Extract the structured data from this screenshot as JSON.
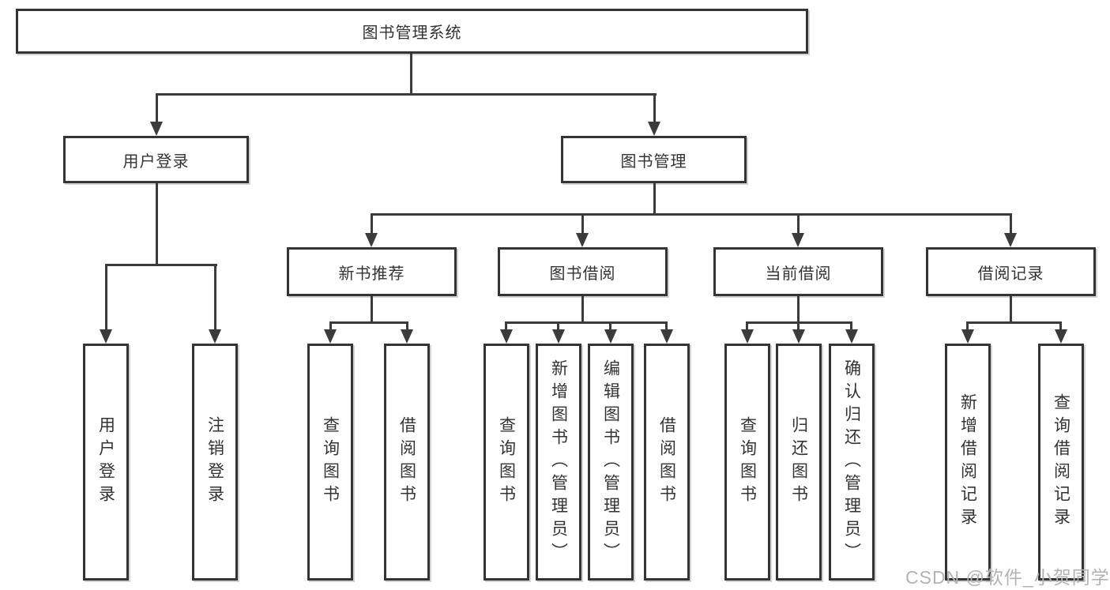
{
  "tree": {
    "root": "图书管理系统",
    "branches": [
      {
        "label": "用户登录",
        "leaves": [
          "用户登录",
          "注销登录"
        ]
      },
      {
        "label": "图书管理",
        "groups": [
          {
            "label": "新书推荐",
            "leaves": [
              "查询图书",
              "借阅图书"
            ]
          },
          {
            "label": "图书借阅",
            "leaves": [
              "查询图书",
              "新增图书（管理员）",
              "编辑图书（管理员）",
              "借阅图书"
            ]
          },
          {
            "label": "当前借阅",
            "leaves": [
              "查询图书",
              "归还图书",
              "确认归还（管理员）"
            ]
          },
          {
            "label": "借阅记录",
            "leaves": [
              "新增借阅记录",
              "查询借阅记录"
            ]
          }
        ]
      }
    ]
  },
  "watermark": {
    "text": "CSDN @软件_小贺同学"
  },
  "colors": {
    "line": "#3b3b3b",
    "border": "#343434",
    "text": "#333333",
    "background": "#ffffff",
    "watermark": "#b3b3b3"
  }
}
